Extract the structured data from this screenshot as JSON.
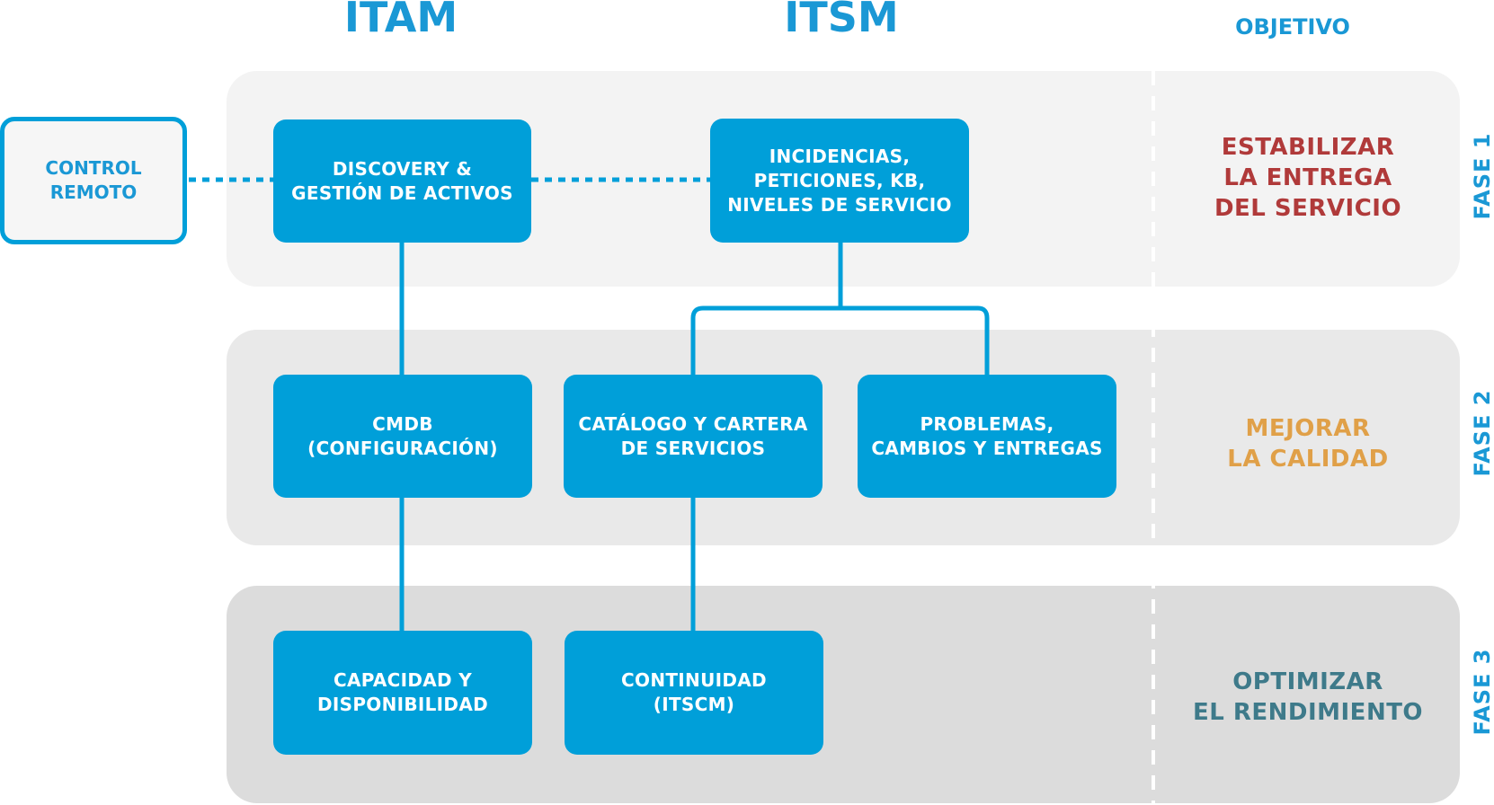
{
  "headers": {
    "itam": "ITAM",
    "itsm": "ITSM",
    "objetivo": "OBJETIVO"
  },
  "remote": {
    "label": "CONTROL\nREMOTO"
  },
  "boxes": {
    "discovery": "DISCOVERY &\nGESTIÓN DE ACTIVOS",
    "incidencias": "INCIDENCIAS,\nPETICIONES, KB,\nNIVELES DE SERVICIO",
    "cmdb": "CMDB\n(CONFIGURACIÓN)",
    "catalogo": "CATÁLOGO Y CARTERA\nDE SERVICIOS",
    "problemas": "PROBLEMAS,\nCAMBIOS Y ENTREGAS",
    "capacidad": "CAPACIDAD Y\nDISPONIBILIDAD",
    "continuidad": "CONTINUIDAD\n(ITSCM)"
  },
  "objectives": {
    "fase1": "ESTABILIZAR\nLA ENTREGA\nDEL SERVICIO",
    "fase2": "MEJORAR\nLA CALIDAD",
    "fase3": "OPTIMIZAR\nEL RENDIMIENTO"
  },
  "phases": {
    "fase1": "FASE 1",
    "fase2": "FASE 2",
    "fase3": "FASE 3"
  },
  "colors": {
    "accent": "#009fd9",
    "header": "#1a98d5",
    "fase1_obj": "#b03a3a",
    "fase2_obj": "#e0a048",
    "fase3_obj": "#3e7a8a",
    "band1": "#f3f3f3",
    "band2": "#e9e9e9",
    "band3": "#dcdcdc"
  }
}
